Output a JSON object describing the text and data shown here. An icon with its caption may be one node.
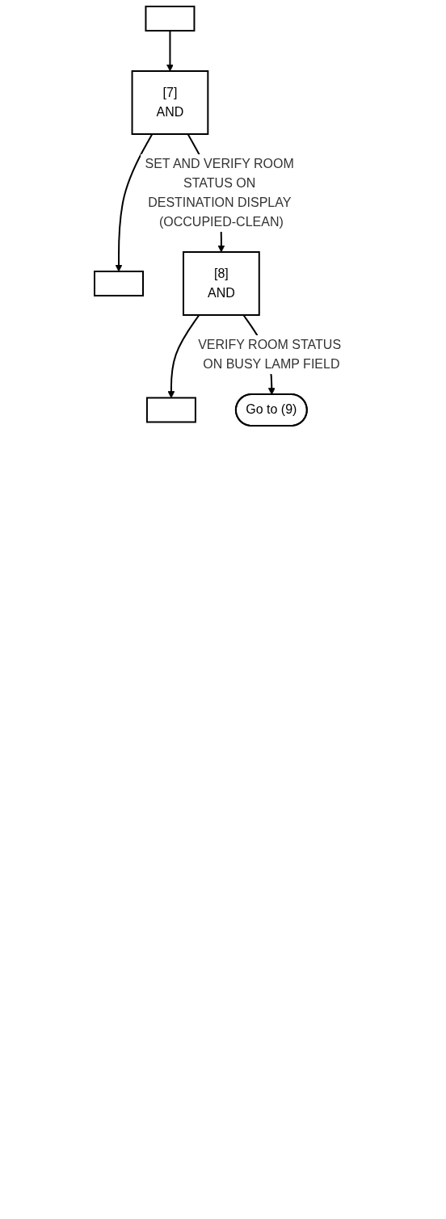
{
  "diagram": {
    "nodes": [
      {
        "text": [],
        "shape": "box"
      },
      {
        "text": [],
        "shape": "box"
      },
      {
        "text": [
          "[7]",
          "AND"
        ]
      },
      {
        "text": [],
        "shape": "box"
      },
      {
        "text": [
          "[8]",
          "AND"
        ]
      },
      {
        "text": [
          "Go to (9)"
        ]
      }
    ],
    "edges": [
      {
        "from": 0,
        "to": 2,
        "arrow": "to"
      },
      {
        "from": 2,
        "to": 1,
        "arrow": "to"
      },
      {
        "from": 2,
        "to": 4,
        "arrow": "to",
        "label": "SET AND VERIFY ROOM STATUS ON DESTINATION DISPLAY (OCCUPIED-CLEAN)"
      },
      {
        "from": 4,
        "to": 3,
        "arrow": "to"
      },
      {
        "from": 4,
        "to": 5,
        "arrow": "to",
        "label": "VERIFY ROOM STATUS ON BUSY LAMP FIELD"
      }
    ]
  }
}
